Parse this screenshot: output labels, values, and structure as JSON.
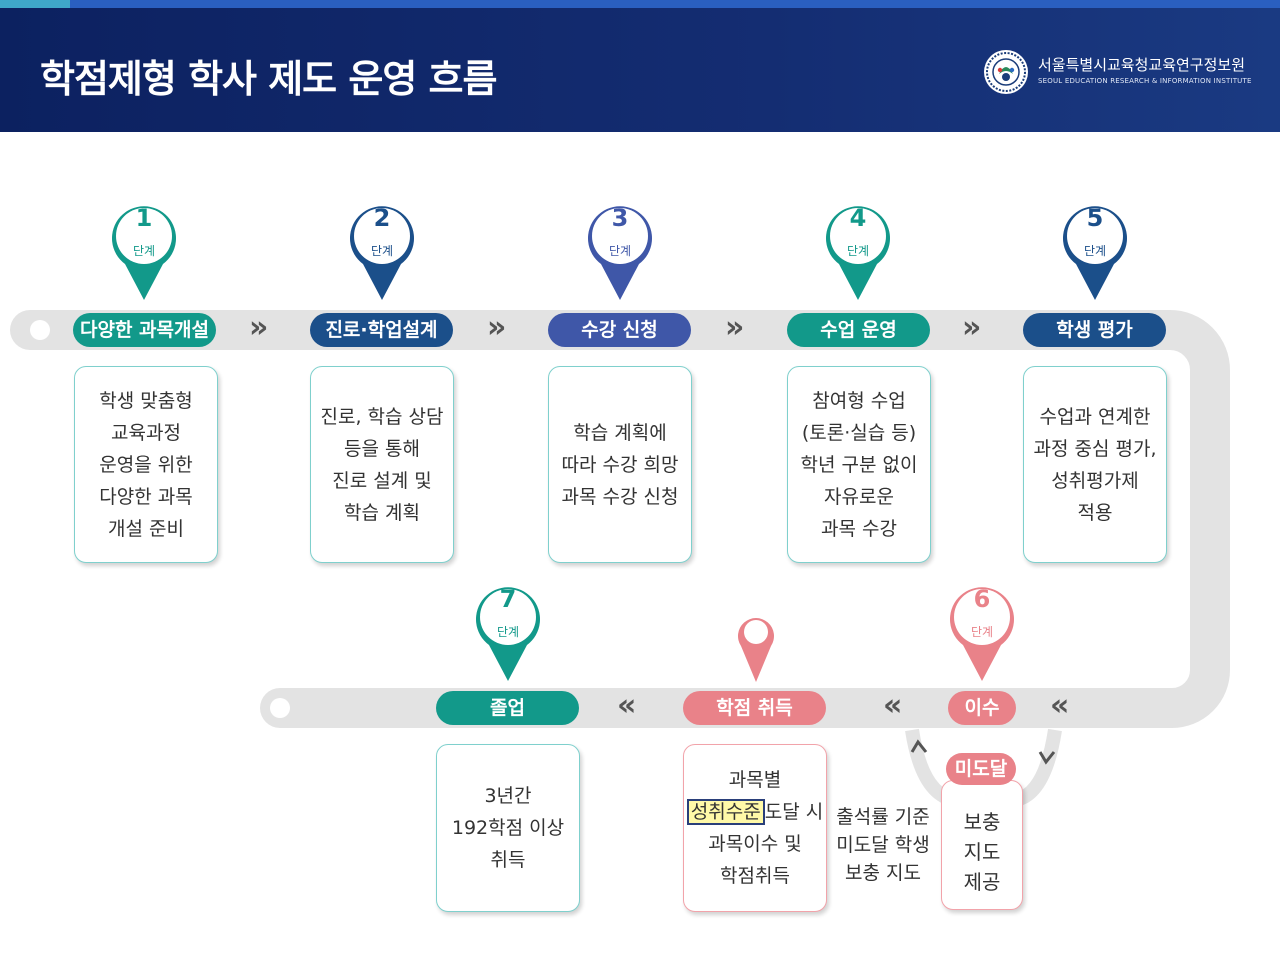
{
  "header": {
    "title": "학점제형 학사 제도 운영 흐름",
    "org_name": "서울특별시교육청교육연구정보원",
    "org_name_en": "SEOUL EDUCATION RESEARCH & INFORMATION INSTITUTE"
  },
  "colors": {
    "teal": "#12998a",
    "navy": "#1b4f8a",
    "indigo": "#3f57a8",
    "pink": "#e98289",
    "track": "#e6e6e6"
  },
  "stages": [
    {
      "num": "1",
      "sub": "단계",
      "label": "다양한 과목개설",
      "desc": "학생 맞춤형\n교육과정\n운영을 위한\n다양한 과목\n개설 준비"
    },
    {
      "num": "2",
      "sub": "단계",
      "label": "진로·학업설계",
      "desc": "진로, 학습 상담\n등을 통해\n진로 설계 및\n학습 계획"
    },
    {
      "num": "3",
      "sub": "단계",
      "label": "수강 신청",
      "desc": "학습 계획에\n따라 수강 희망\n과목 수강 신청"
    },
    {
      "num": "4",
      "sub": "단계",
      "label": "수업 운영",
      "desc": "참여형 수업\n(토론·실습 등)\n학년 구분 없이\n자유로운\n과목 수강"
    },
    {
      "num": "5",
      "sub": "단계",
      "label": "학생 평가",
      "desc": "수업과 연계한\n과정 중심 평가,\n성취평가제\n적용"
    },
    {
      "num": "6",
      "sub": "단계",
      "label": "이수"
    },
    {
      "num": "7",
      "sub": "단계",
      "label": "졸업",
      "desc": "3년간\n192학점 이상\n취득"
    }
  ],
  "credit": {
    "label": "학점 취득",
    "desc_line1": "과목별",
    "highlight": "성취수준",
    "desc_line2_rest": "도달 시",
    "desc_line3": "과목이수 및",
    "desc_line4": "학점취득"
  },
  "fail": {
    "label": "미도달",
    "box": "보충\n지도\n제공",
    "note": "출석률 기준\n미도달 학생\n보충 지도"
  }
}
